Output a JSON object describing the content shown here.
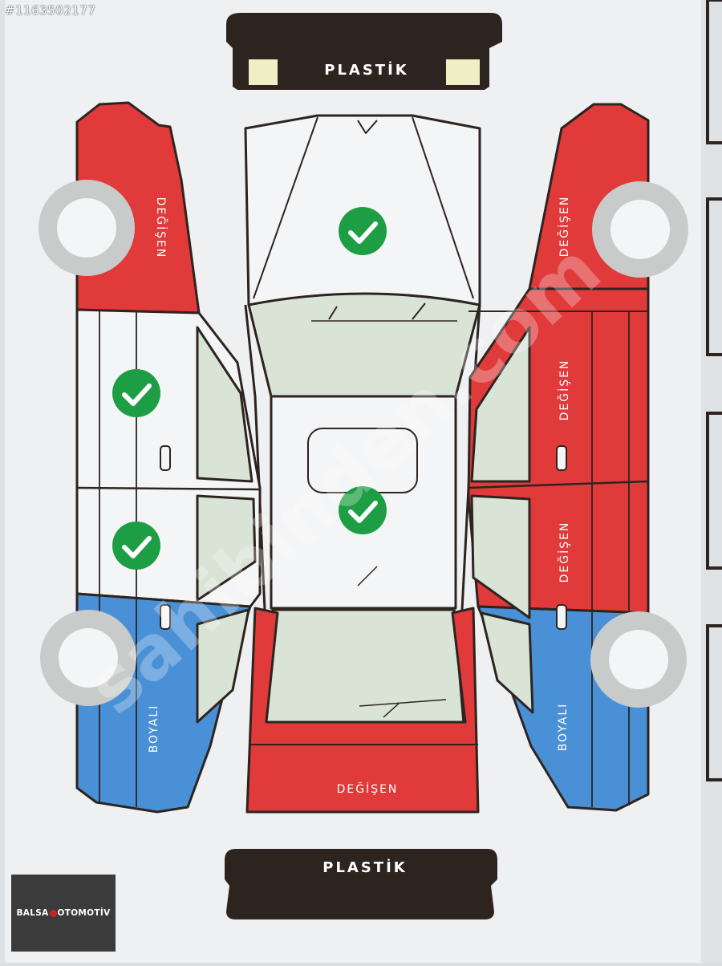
{
  "listing_id": "#1163502177",
  "dealer_logo": {
    "left": "BALSA",
    "right": "OTOMOTİV"
  },
  "watermark": "sahibinden.com",
  "colors": {
    "degisen": "#e03a3a",
    "boyali": "#4a90d6",
    "original": "#f4f5f6",
    "plastik": "#2d2420",
    "glass": "#d9e3d6",
    "check": "#1e9e44"
  },
  "panels": {
    "front_bumper": "PLASTİK",
    "rear_bumper": "PLASTİK",
    "left_front_fender": "DEĞİŞEN",
    "left_rear_fender": "BOYALI",
    "right_front_fender": "DEĞİŞEN",
    "right_front_door": "DEĞİŞEN",
    "right_rear_door": "DEĞİŞEN",
    "right_rear_fender": "BOYALI",
    "trunk": "DEĞİŞEN"
  },
  "check_icon": "check-icon"
}
